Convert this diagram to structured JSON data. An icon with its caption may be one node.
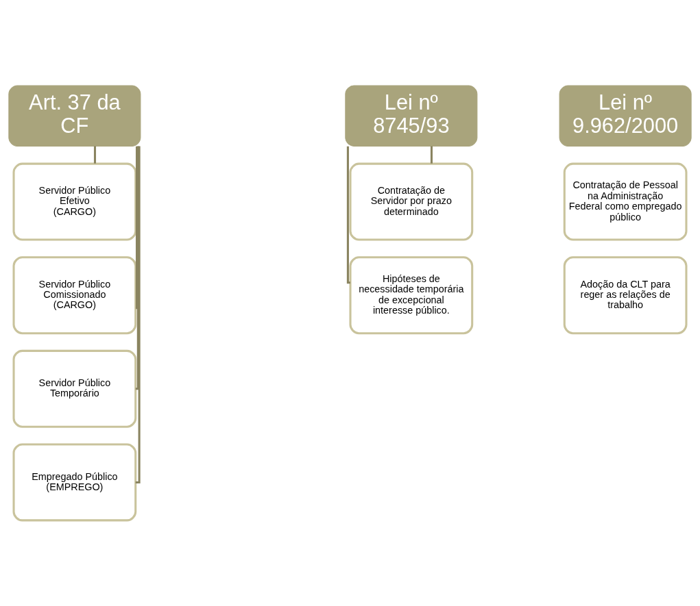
{
  "diagram": {
    "nodes": [
      {
        "text": [
          "Art. 37 da CF"
        ]
      },
      {
        "text": [
          "Servidor Público Efetivo",
          "(CARGO)"
        ]
      },
      {
        "text": [
          "Servidor Público Comissionado",
          "(CARGO)"
        ]
      },
      {
        "text": [
          "Servidor Público Temporário"
        ]
      },
      {
        "text": [
          "Empregado Público",
          "(EMPREGO)"
        ]
      },
      {
        "text": [
          "Lei nº 8745/93"
        ]
      },
      {
        "text": [
          "Contratação de Servidor por prazo determinado"
        ]
      },
      {
        "text": [
          "Hipóteses de necessidade temporária de excepcional interesse público."
        ]
      },
      {
        "text": [
          "Lei nº 9.962/2000"
        ]
      },
      {
        "text": [
          "Contratação de Pessoal na Administração Federal como empregado público"
        ]
      },
      {
        "text": [
          "Adoção da CLT para reger as relações de trabalho"
        ]
      }
    ],
    "edges": [
      {
        "from": 0,
        "to": 1,
        "arrow": "none"
      },
      {
        "from": 0,
        "to": 2,
        "arrow": "none"
      },
      {
        "from": 0,
        "to": 3,
        "arrow": "none"
      },
      {
        "from": 0,
        "to": 4,
        "arrow": "none"
      },
      {
        "from": 5,
        "to": 6,
        "arrow": "none"
      },
      {
        "from": 5,
        "to": 7,
        "arrow": "none"
      }
    ]
  }
}
